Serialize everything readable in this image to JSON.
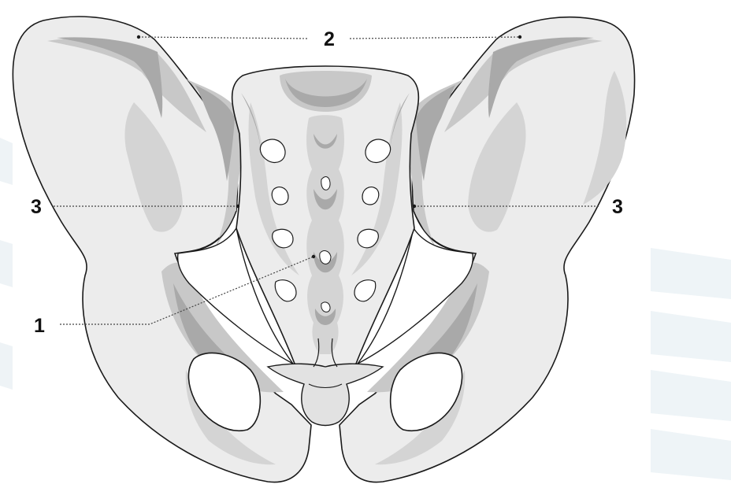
{
  "diagram": {
    "labels": {
      "sacrum": "1",
      "iliac_crest": "2",
      "pelvic_brim": "3"
    }
  },
  "colors": {
    "bone_fill": "#ececec",
    "shade_mid": "#c8c8c8",
    "shade_dark": "#a9a9a9",
    "outline": "#1a1a1a",
    "leader": "#444444",
    "watermark": "#eef4f7"
  }
}
